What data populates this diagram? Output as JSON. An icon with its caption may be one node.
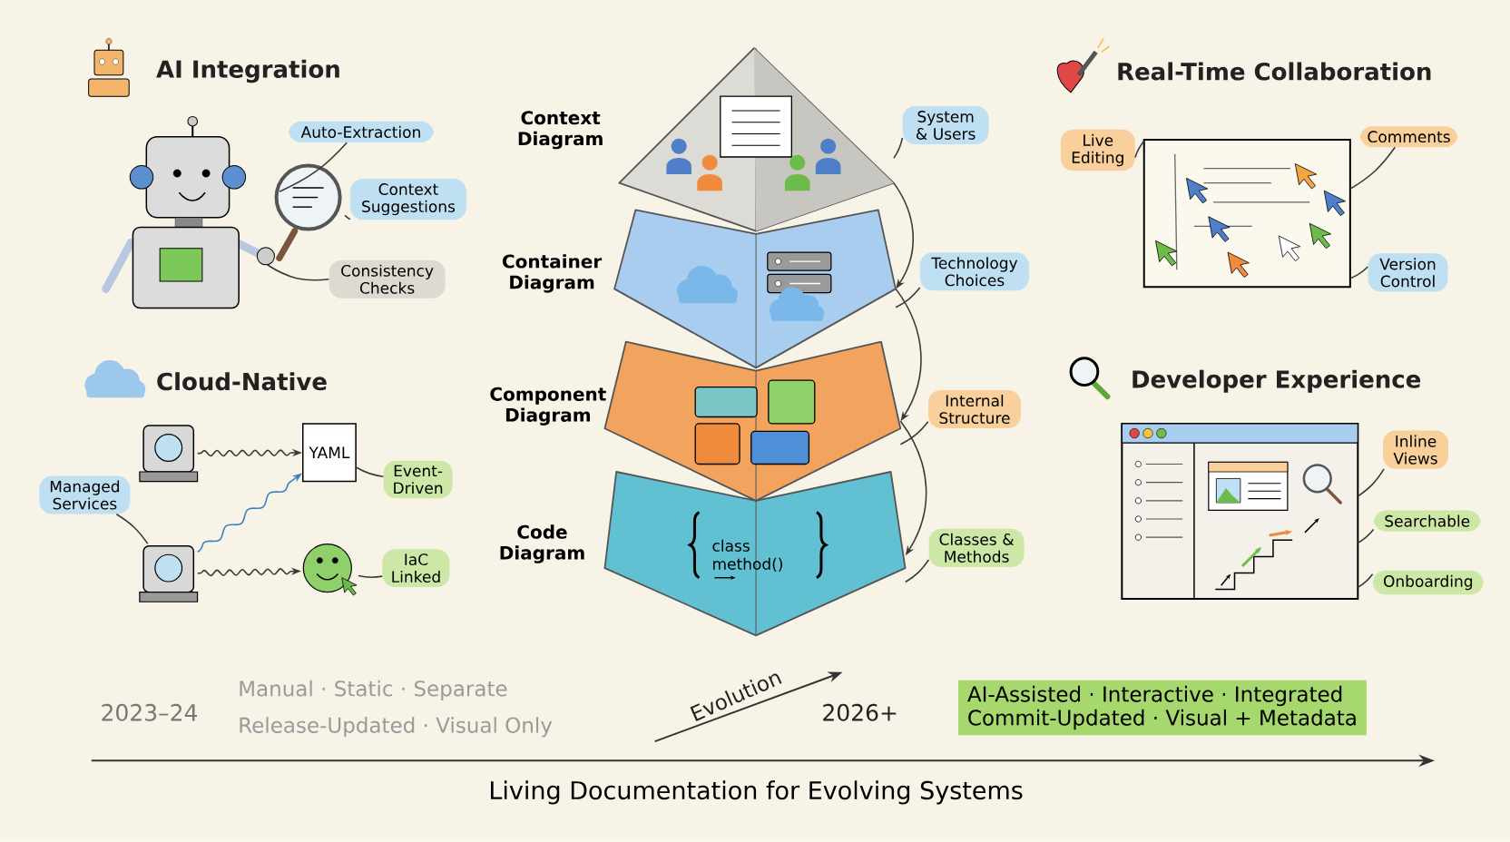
{
  "diagram": {
    "title": "Living Documentation for Evolving Systems",
    "nodes": [
      {
        "text": [],
        "shape": "picture"
      },
      {
        "text": [],
        "shape": "picture"
      },
      {
        "text": [
          "Auto-Extraction"
        ]
      },
      {
        "text": [
          "Context Suggestions"
        ]
      },
      {
        "text": [
          "Consistency Checks"
        ]
      },
      {
        "text": [],
        "shape": "picture",
        "beside": [
          "Context Diagram"
        ]
      },
      {
        "text": [
          "System & Users"
        ]
      },
      {
        "text": [],
        "shape": "picture",
        "beside": [
          "Container Diagram"
        ]
      },
      {
        "text": [
          "Technology Choices"
        ]
      },
      {
        "text": [],
        "shape": "picture",
        "beside": [
          "Component Diagram"
        ]
      },
      {
        "text": [
          "Internal Structure"
        ]
      },
      {
        "text": [
          "class method()"
        ],
        "beside": [
          "Code Diagram"
        ]
      },
      {
        "text": [
          "Classes & Methods"
        ]
      },
      {
        "text": [],
        "shape": "picture"
      },
      {
        "text": [
          "Live Editing"
        ]
      },
      {
        "text": [
          "Comments"
        ]
      },
      {
        "text": [
          "Version Control"
        ]
      },
      {
        "text": [],
        "shape": "picture"
      },
      {
        "text": [
          "YAML"
        ]
      },
      {
        "text": [
          "Managed Services"
        ]
      },
      {
        "text": [
          "Event-Driven"
        ]
      },
      {
        "text": [],
        "shape": "picture"
      },
      {
        "text": [],
        "shape": "picture"
      },
      {
        "text": [
          "IaC Linked"
        ]
      },
      {
        "text": [],
        "shape": "picture"
      },
      {
        "text": [
          "Inline Views"
        ]
      },
      {
        "text": [
          "Searchable"
        ]
      },
      {
        "text": [
          "Onboarding"
        ]
      },
      {
        "text": [
          "AI-Assisted · Interactive · Integrated",
          "Commit-Updated · Visual + Metadata"
        ]
      }
    ],
    "edges": [
      {
        "from": 2,
        "to": 0,
        "arrow": "none"
      },
      {
        "from": 3,
        "to": 1,
        "arrow": "none"
      },
      {
        "from": 4,
        "to": 1,
        "arrow": "none"
      },
      {
        "from": 6,
        "to": 5,
        "arrow": "none"
      },
      {
        "from": 8,
        "to": 7,
        "arrow": "none"
      },
      {
        "from": 10,
        "to": 9,
        "arrow": "none"
      },
      {
        "from": 12,
        "to": 11,
        "arrow": "none"
      },
      {
        "from": 5,
        "to": 7,
        "arrow": "to"
      },
      {
        "from": 7,
        "to": 9,
        "arrow": "to"
      },
      {
        "from": 9,
        "to": 11,
        "arrow": "to"
      },
      {
        "from": 14,
        "to": 13,
        "arrow": "none"
      },
      {
        "from": 15,
        "to": 13,
        "arrow": "none"
      },
      {
        "from": 16,
        "to": 13,
        "arrow": "none"
      },
      {
        "from": 17,
        "to": 18,
        "arrow": "to"
      },
      {
        "from": 21,
        "to": 18,
        "arrow": "to",
        "color": "#3a7fc0"
      },
      {
        "from": 21,
        "to": 22,
        "arrow": "to"
      },
      {
        "from": 19,
        "to": 21,
        "arrow": "none"
      },
      {
        "from": 20,
        "to": 18,
        "arrow": "none"
      },
      {
        "from": 23,
        "to": 22,
        "arrow": "none"
      },
      {
        "from": 25,
        "to": 24,
        "arrow": "none"
      },
      {
        "from": 26,
        "to": 24,
        "arrow": "none"
      },
      {
        "from": 27,
        "to": 24,
        "arrow": "none"
      }
    ],
    "labels": [
      "AI Integration",
      "Real-Time Collaboration",
      "Cloud-Native",
      "Developer Experience",
      "2023–24",
      "Manual · Static · Separate",
      "Release-Updated · Visual Only",
      "Evolution",
      "2026+"
    ]
  }
}
